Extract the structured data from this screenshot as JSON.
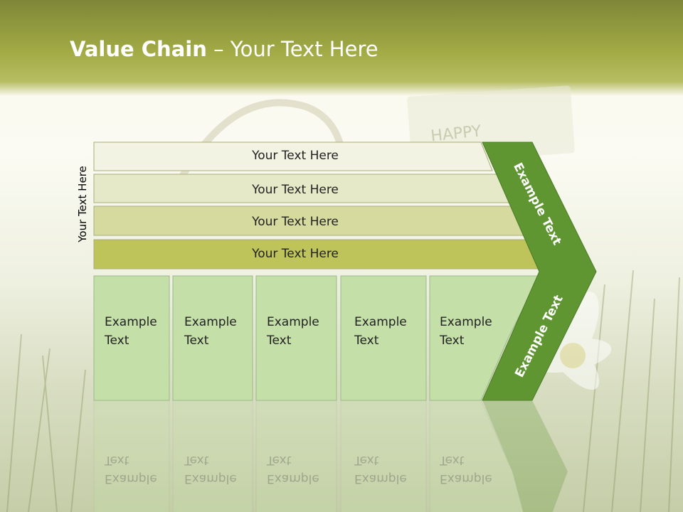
{
  "title": {
    "bold": "Value Chain",
    "rest": " – Your Text Here"
  },
  "background": {
    "tag_text": "HAPPY"
  },
  "side_label": "Your Text Here",
  "rows": [
    {
      "label": "Your Text Here",
      "color": "#f2f3e2"
    },
    {
      "label": "Your Text Here",
      "color": "#e6e9c8"
    },
    {
      "label": "Your Text Here",
      "color": "#d6da9f"
    },
    {
      "label": "Your Text Here",
      "color": "#bec35a"
    }
  ],
  "boxes": [
    {
      "line1": "Example",
      "line2": "Text"
    },
    {
      "line1": "Example",
      "line2": "Text"
    },
    {
      "line1": "Example",
      "line2": "Text"
    },
    {
      "line1": "Example",
      "line2": "Text"
    },
    {
      "line1": "Example",
      "line2": "Text"
    }
  ],
  "chevron": {
    "top_text": "Example Text",
    "bottom_text": "Example Text",
    "color": "#5f9632"
  },
  "colors": {
    "box_fill": "#c4e0a8",
    "box_stroke": "#9cb98a"
  }
}
